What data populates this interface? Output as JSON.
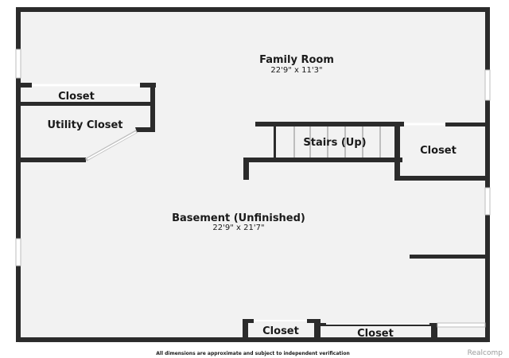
{
  "floor_plan": {
    "colors": {
      "wall": "#2b2b2b",
      "floor": "#f2f2f2",
      "background": "#ffffff",
      "window": "#bdbdbd"
    },
    "rooms": {
      "family_room": {
        "name": "Family Room",
        "dims": "22'9\" x 11'3\""
      },
      "basement": {
        "name": "Basement (Unfinished)",
        "dims": "22'9\" x 21'7\""
      },
      "stairs": {
        "name": "Stairs (Up)"
      },
      "utility_closet": {
        "name": "Utility Closet"
      },
      "closet_upper_left": {
        "name": "Closet"
      },
      "closet_right": {
        "name": "Closet"
      },
      "closet_bottom_1": {
        "name": "Closet"
      },
      "closet_bottom_2": {
        "name": "Closet"
      }
    },
    "footer_note": "All dimensions are approximate and subject to independent verification",
    "brand": "Realcomp"
  }
}
